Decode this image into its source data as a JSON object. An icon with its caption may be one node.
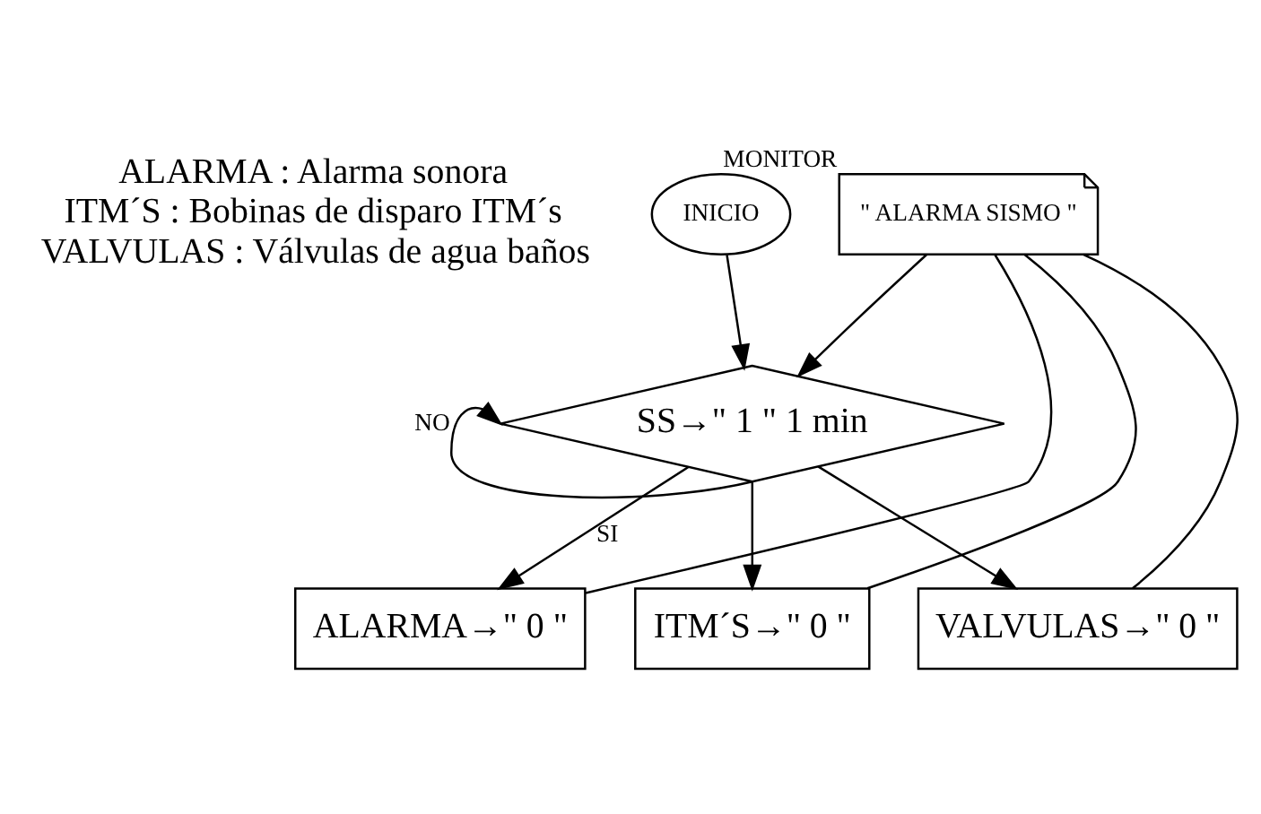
{
  "diagram": {
    "nodes": [
      {
        "text": [
          "INICIO"
        ]
      },
      {
        "text": [
          "SS→\" 1 \" 1 min"
        ]
      },
      {
        "text": [
          "\" ALARMA SISMO \""
        ],
        "beside": [
          "MONITOR"
        ]
      },
      {
        "text": [
          "ALARMA→\" 0 \""
        ]
      },
      {
        "text": [
          "ITM´S→\" 0 \""
        ]
      },
      {
        "text": [
          "VALVULAS→\" 0 \""
        ]
      }
    ],
    "edges": [
      {
        "from": 0,
        "to": 1,
        "arrow": "to"
      },
      {
        "from": 1,
        "to": 3,
        "arrow": "to",
        "label": "SI"
      },
      {
        "from": 1,
        "to": 4,
        "arrow": "to"
      },
      {
        "from": 1,
        "to": 5,
        "arrow": "to"
      },
      {
        "from": 1,
        "to": 1,
        "arrow": "to",
        "label": "NO"
      },
      {
        "from": 3,
        "to": 2,
        "arrow": "none"
      },
      {
        "from": 4,
        "to": 2,
        "arrow": "none"
      },
      {
        "from": 5,
        "to": 2,
        "arrow": "none"
      },
      {
        "from": 2,
        "to": 1,
        "arrow": "to"
      }
    ],
    "labels": [
      "ALARMA : Alarma sonora",
      "ITM´S : Bobinas de disparo ITM´s",
      "VALVULAS : Válvulas de agua baños"
    ]
  }
}
